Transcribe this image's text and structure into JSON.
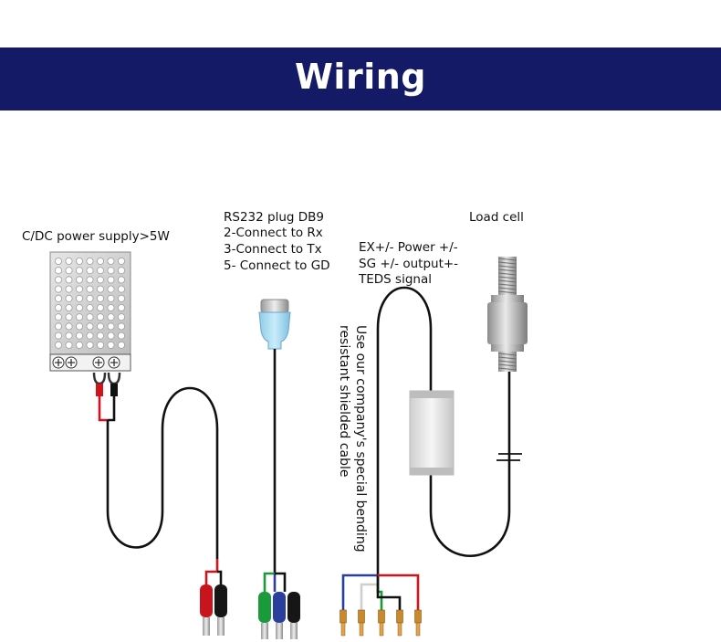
{
  "banner": {
    "title": "Wiring"
  },
  "labels": {
    "power_supply": "C/DC power supply>5W",
    "rs232_lines": [
      "RS232 plug DB9",
      "2-Connect to Rx",
      "3-Connect to Tx",
      "5- Connect to GD"
    ],
    "load_cell": "Load cell",
    "cell_lines": [
      "EX+/- Power +/-",
      "SG +/- output+-",
      "TEDS signal"
    ],
    "cable_lines": [
      "Use our company's special bending",
      "resistant shielded cable"
    ]
  },
  "colors": {
    "banner_bg": "#141a66",
    "wire": "#111111",
    "red": "#d0141c",
    "green": "#1a9a3a",
    "blue": "#2a3f9c",
    "connector_blue": "#9fd3ee",
    "pin_brass": "#c98a2e"
  },
  "icons": [
    "power-supply-icon",
    "db9-plug-icon",
    "load-cell-icon",
    "banana-plug-icon",
    "crimp-terminal-icon"
  ]
}
